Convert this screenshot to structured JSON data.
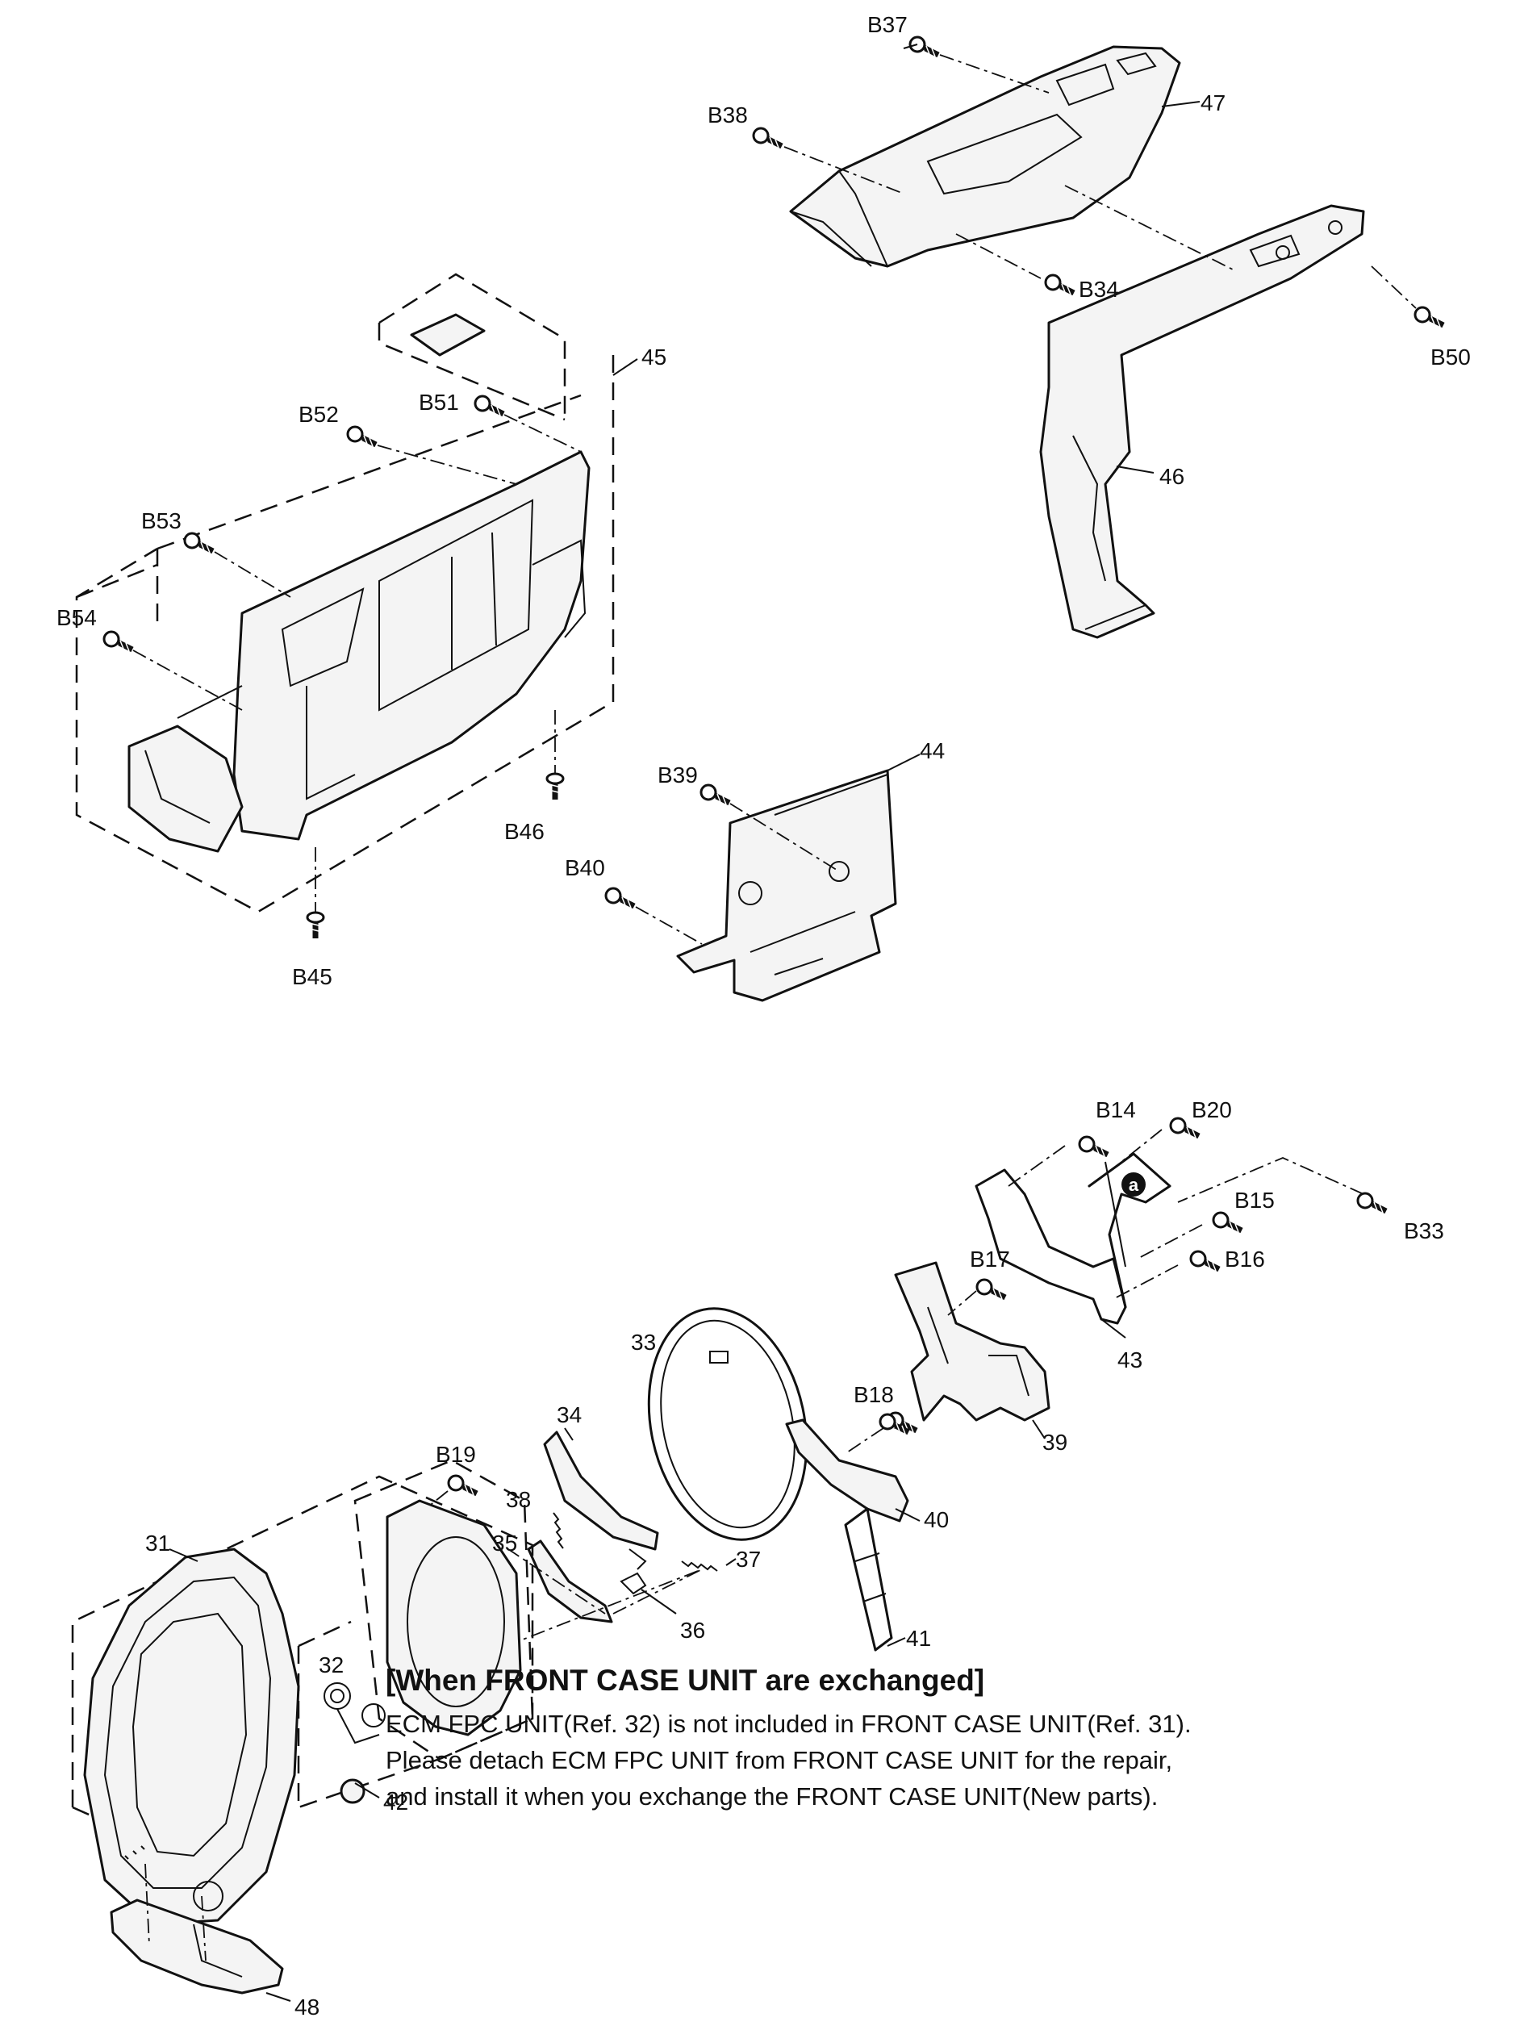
{
  "labels": {
    "B37": "B37",
    "B38": "B38",
    "n47": "47",
    "B34": "B34",
    "B50": "B50",
    "n46": "46",
    "n45": "45",
    "B51": "B51",
    "B52": "B52",
    "B53": "B53",
    "B54": "B54",
    "B46": "B46",
    "B45": "B45",
    "n44": "44",
    "B39": "B39",
    "B40": "B40",
    "B14": "B14",
    "B20": "B20",
    "circleA": "a",
    "B15": "B15",
    "B33": "B33",
    "B16": "B16",
    "B17": "B17",
    "n43": "43",
    "n33": "33",
    "n39": "39",
    "B18": "B18",
    "n34": "34",
    "B19": "B19",
    "n38": "38",
    "n35": "35",
    "n37": "37",
    "n40": "40",
    "n31": "31",
    "n36": "36",
    "n32": "32",
    "n41": "41",
    "n42": "42",
    "n48": "48"
  },
  "note": {
    "title": "[When FRONT CASE UNIT are exchanged]",
    "lines": [
      "ECM FPC UNIT(Ref. 32) is not included in FRONT CASE UNIT(Ref. 31).",
      "Please detach ECM FPC UNIT from FRONT CASE UNIT for the repair,",
      "and install it when you exchange the FRONT CASE UNIT(New parts)."
    ]
  }
}
